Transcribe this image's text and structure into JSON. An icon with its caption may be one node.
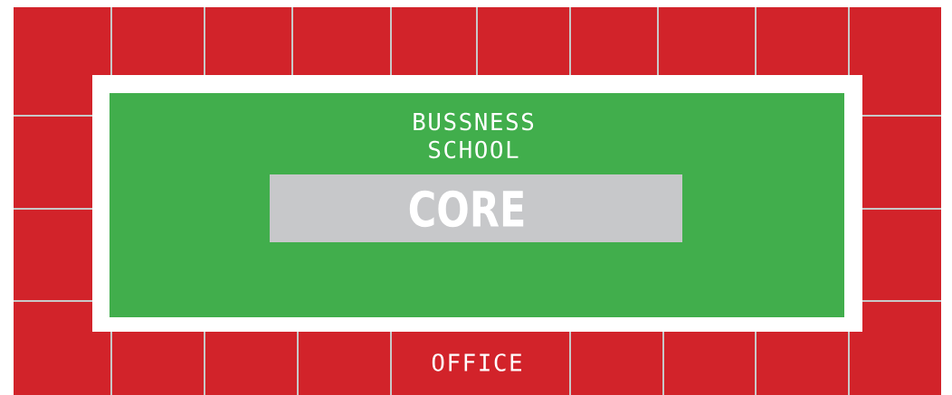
{
  "diagram": {
    "nodes": [
      {
        "text": [
          "OFFICE"
        ]
      },
      {
        "text": [
          "BUSSNESS SCHOOL"
        ],
        "in": 0
      },
      {
        "text": [
          "CORE"
        ],
        "in": 1
      }
    ]
  }
}
